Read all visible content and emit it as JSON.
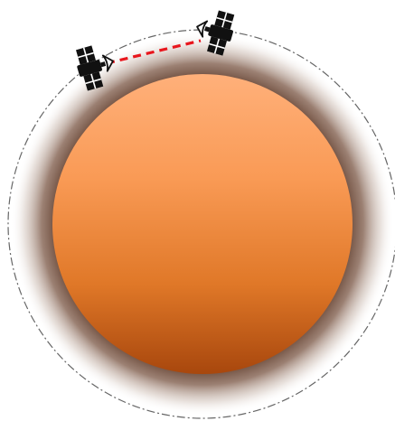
{
  "colors": {
    "planet_top": "#ffb07a",
    "planet_mid": "#f58a42",
    "planet_bottom": "#a8470d",
    "atmosphere_inner": "#6b4a3a",
    "atmosphere_outer": "#ffffff",
    "orbit": "#666666",
    "link": "#e8161d",
    "satellite": "#111111",
    "background": "#ffffff"
  },
  "elements": {
    "planet": "planet",
    "atmosphere": "atmosphere",
    "orbit": "orbit",
    "satellites": [
      "satellite-left",
      "satellite-right"
    ],
    "link": "inter-satellite-link"
  }
}
